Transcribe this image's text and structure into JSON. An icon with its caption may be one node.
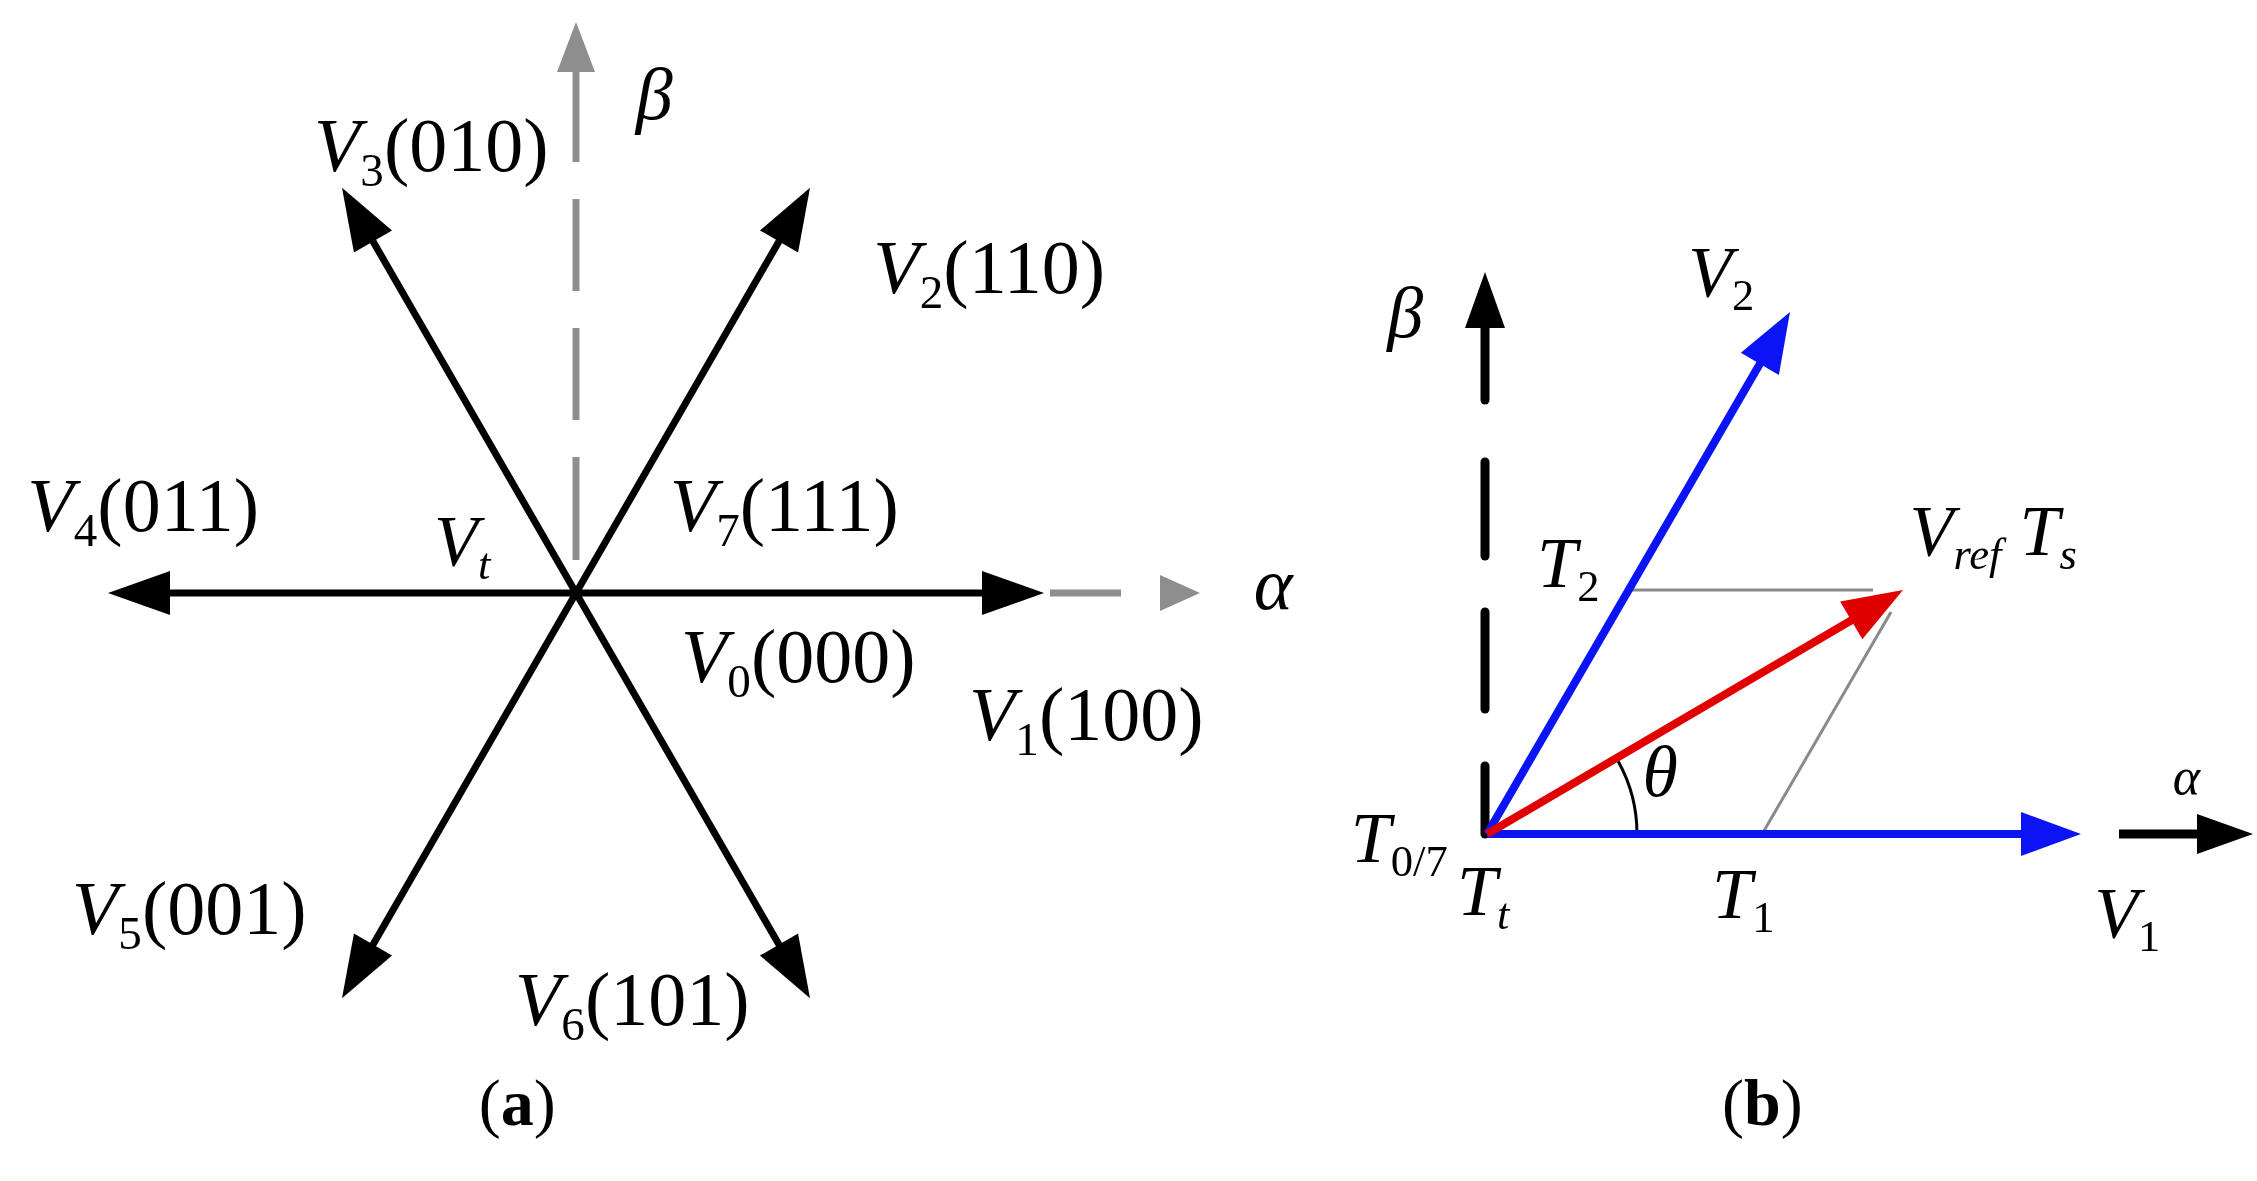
{
  "diagram": {
    "labels": [
      "β",
      "*V*$_{3}$(010)",
      "*V*$_{2}$(110)",
      "*V*$_{4}$(011)",
      "V$_{t}$",
      "*V*$_{7}$(111)",
      "α",
      "*V*$_{0}$(000)",
      "*V*$_{1}$(100)",
      "*V*$_{5}$(001)",
      "*V*$_{6}$(101)",
      "(**a**)",
      "β",
      "*V*$_{2}$",
      "*T*$_{2}$",
      "V$_{ref}$ T$_{s}$",
      "θ",
      "α",
      "*T*$_{0/7}$",
      "T$_{t}$",
      "*T*$_{1}$",
      "*V*$_{1}$",
      "(**b**)"
    ]
  }
}
